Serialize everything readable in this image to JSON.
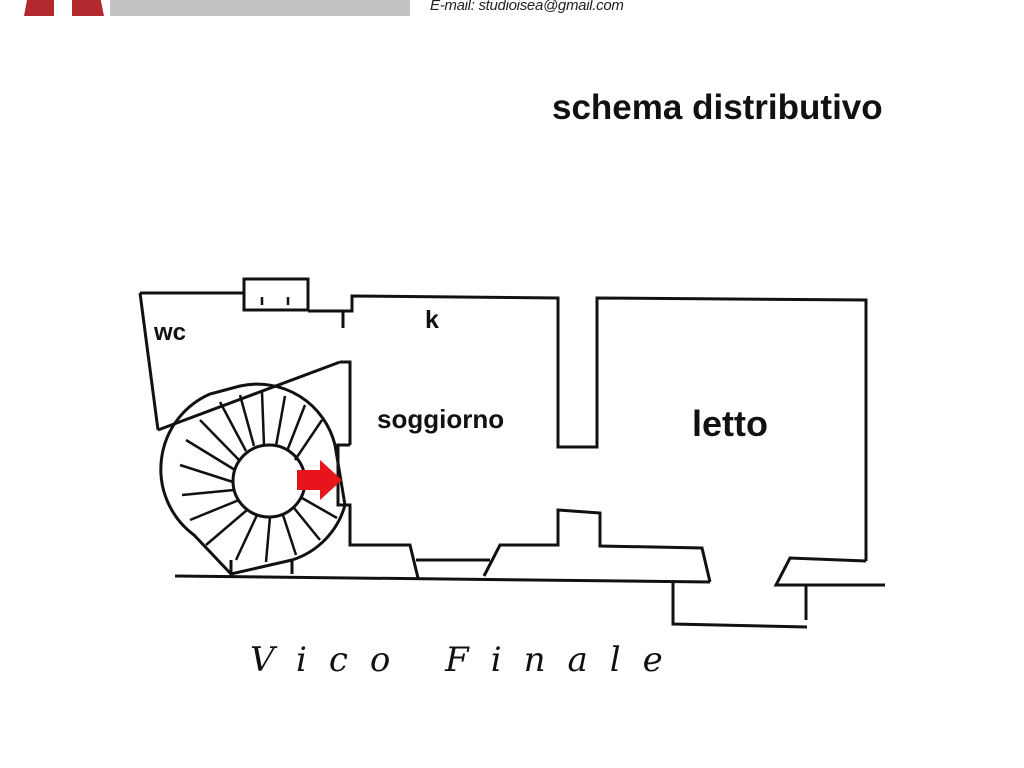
{
  "header": {
    "email": "E-mail: studioisea@gmail.com",
    "logo_colors": {
      "red": "#b22a2e",
      "gray": "#c2c2c2"
    }
  },
  "title": "schema distributivo",
  "rooms": {
    "wc": "wc",
    "kitchen": "k",
    "living": "soggiorno",
    "bedroom": "letto"
  },
  "street": "Vico Finale",
  "entrance_arrow": {
    "color": "#e8141c",
    "direction": "right"
  }
}
